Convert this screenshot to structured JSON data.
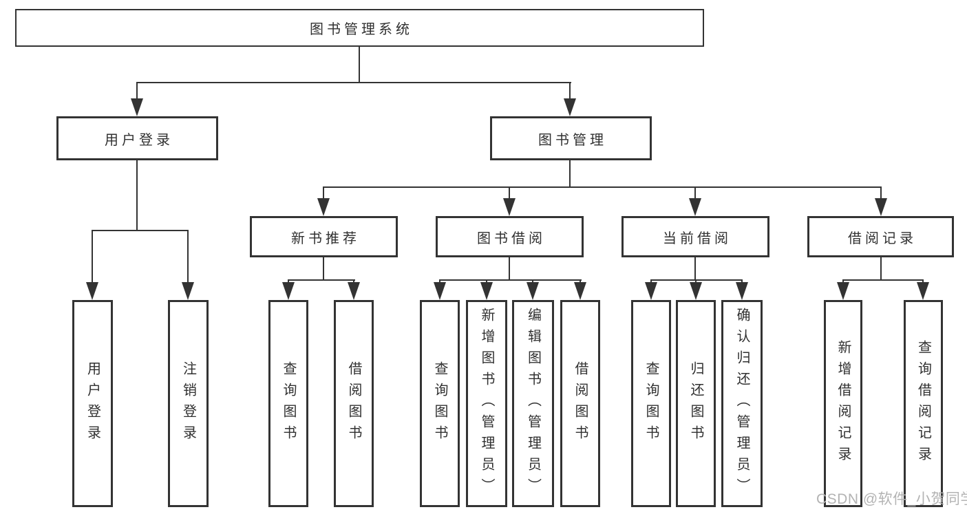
{
  "tree": {
    "root": "图书管理系统",
    "level1": [
      {
        "label": "用户登录"
      },
      {
        "label": "图书管理"
      }
    ],
    "level2": [
      {
        "label": "新书推荐"
      },
      {
        "label": "图书借阅"
      },
      {
        "label": "当前借阅"
      },
      {
        "label": "借阅记录"
      }
    ],
    "leaves": {
      "login": [
        "用户登录",
        "注销登录"
      ],
      "newbook": [
        "查询图书",
        "借阅图书"
      ],
      "borrow": [
        "查询图书",
        "新增图书（管理员）",
        "编辑图书（管理员）",
        "借阅图书"
      ],
      "current": [
        "查询图书",
        "归还图书",
        "确认归还（管理员）"
      ],
      "records": [
        "新增借阅记录",
        "查询借阅记录"
      ]
    }
  },
  "watermark": "CSDN @软件_小贺同学",
  "colors": {
    "line": "#333333",
    "text": "#303030",
    "box-bg": "#ffffff",
    "bg": "#ffffff",
    "watermark": "#b3b3b3"
  }
}
